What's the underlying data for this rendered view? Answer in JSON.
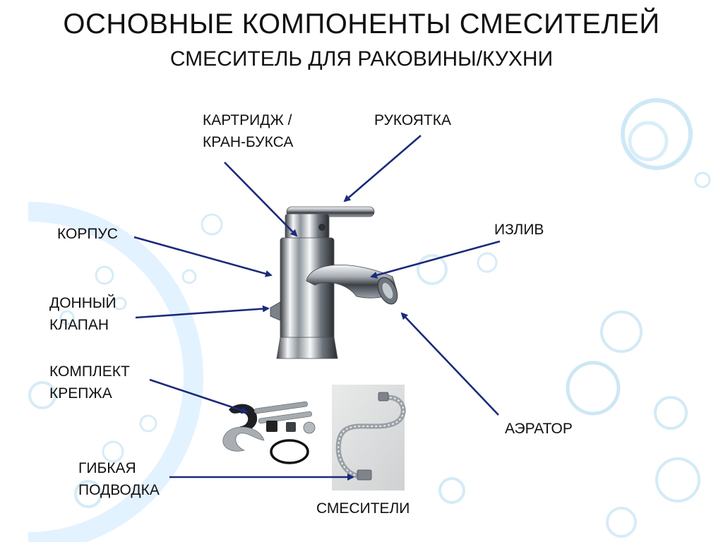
{
  "title": "ОСНОВНЫЕ КОМПОНЕНТЫ СМЕСИТЕЛЕЙ",
  "subtitle": "СМЕСИТЕЛЬ ДЛЯ РАКОВИНЫ/КУХНИ",
  "labels": {
    "cartridge": [
      "КАРТРИДЖ /",
      "КРАН-БУКСА"
    ],
    "handle": "РУКОЯТКА",
    "body": "КОРПУС",
    "spout": "ИЗЛИВ",
    "bottom_valve": [
      "ДОННЫЙ",
      "КЛАПАН"
    ],
    "mounting_kit": [
      "КОМПЛЕКТ",
      "КРЕПЖА"
    ],
    "flexible_hose": [
      "ГИБКАЯ",
      "ПОДВОДКА"
    ],
    "aerator": "АЭРАТОР",
    "caption": "СМЕСИТЕЛИ"
  },
  "colors": {
    "arrow": "#1b2a7a",
    "bubble": "#d6ecf7",
    "bubble_strong": "#c3e2f3",
    "chrome_dark": "#2c2f33",
    "chrome_mid": "#9aa1a8",
    "chrome_light": "#f2f4f6"
  }
}
